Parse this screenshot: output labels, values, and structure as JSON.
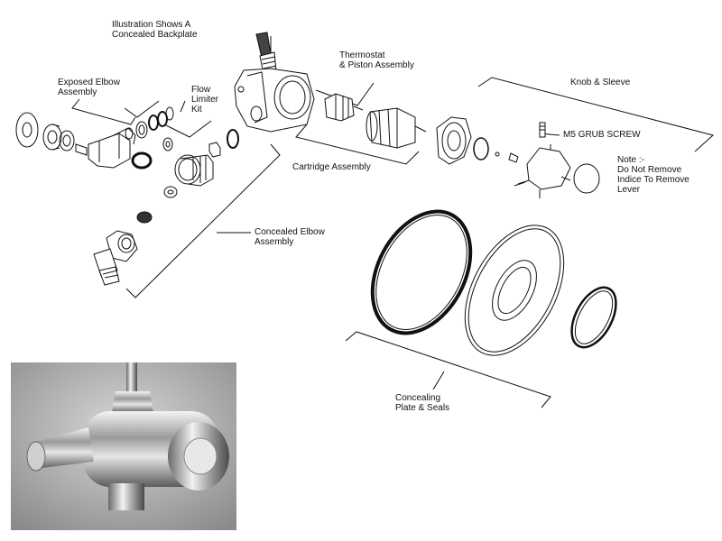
{
  "labels": {
    "concealed_backplate": [
      "Illustration Shows A",
      "Concealed Backplate"
    ],
    "thermostat_piston": [
      "Thermostat",
      "& Piston Assembly"
    ],
    "knob_sleeve": [
      "Knob & Sleeve"
    ],
    "exposed_elbow": [
      "Exposed Elbow",
      "Assembly"
    ],
    "flow_limiter": [
      "Flow",
      "Limiter",
      "Kit"
    ],
    "m5_grub_screw": [
      "M5 GRUB SCREW"
    ],
    "note": [
      "Note :-",
      "Do Not Remove",
      "Indice To Remove",
      "Lever"
    ],
    "cartridge_assembly": [
      "Cartridge Assembly"
    ],
    "concealed_elbow": [
      "Concealed Elbow",
      "Assembly"
    ],
    "concealing_plate": [
      "Concealing",
      "Plate & Seals"
    ]
  },
  "photo": {
    "subject": "chrome thermostatic shower valve"
  }
}
